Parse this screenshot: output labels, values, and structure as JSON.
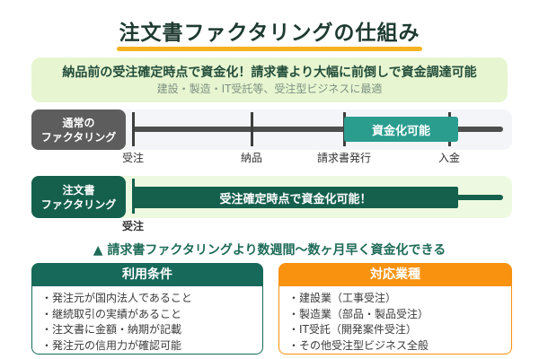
{
  "title": "注文書ファクタリングの仕組み",
  "banner": {
    "headline": "納品前の受注確定時点で資金化！請求書より大幅に前倒しで資金調達可能",
    "subtext": "建設・製造・IT受託等、受注型ビジネスに最適"
  },
  "timelines": {
    "normal": {
      "label_line1": "通常の",
      "label_line2": "ファクタリング",
      "milestones": [
        "受注",
        "納品",
        "請求書発行",
        "入金"
      ],
      "highlight_label": "資金化可能"
    },
    "purchase_order": {
      "label_line1": "注文書",
      "label_line2": "ファクタリング",
      "milestone": "受注",
      "bar_label": "受注確定時点で資金化可能！"
    }
  },
  "note": "▲ 請求書ファクタリングより数週間〜数ヶ月早く資金化できる",
  "cards": {
    "conditions": {
      "title": "利用条件",
      "items": [
        "・発注元が国内法人であること",
        "・継続取引の実績があること",
        "・注文書に金額・納期が記載",
        "・発注元の信用力が確認可能"
      ]
    },
    "industries": {
      "title": "対応業種",
      "items": [
        "・建設業（工事受注）",
        "・製造業（部品・製品受注）",
        "・IT受託（開発案件受注）",
        "・その他受注型ビジネス全般"
      ]
    }
  },
  "colors": {
    "title_green": "#1d3a31",
    "accent_yellow": "#f6b21f",
    "banner_bg": "#e7f6d0",
    "teal_highlight": "#2a9d8f",
    "dark_green": "#15604d",
    "header_green": "#17695a",
    "orange": "#f8920f",
    "gray_box": "#5d5d5d"
  }
}
